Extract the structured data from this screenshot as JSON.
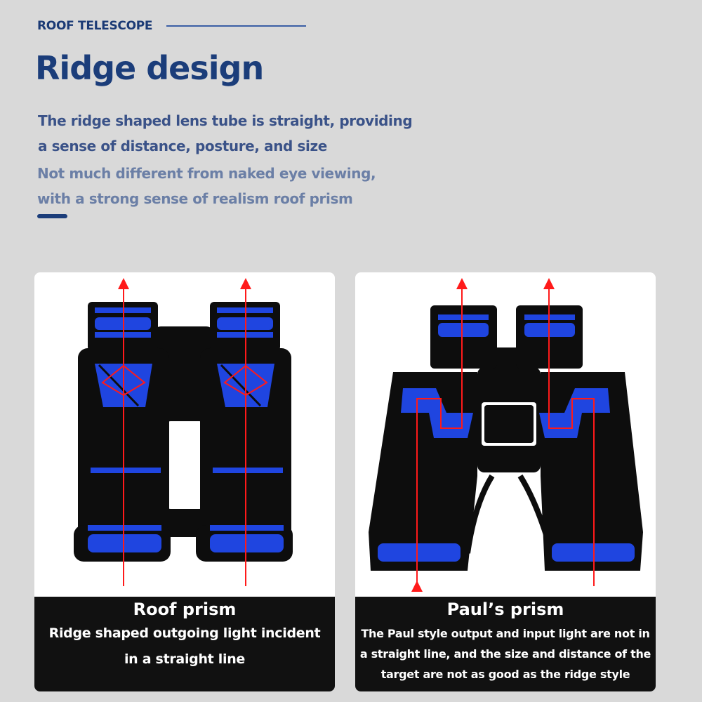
{
  "header": {
    "eyebrow": "ROOF TELESCOPE",
    "title": "Ridge design",
    "paragraph1": [
      "The ridge shaped lens tube is straight, providing",
      "a sense of distance, posture, and size"
    ],
    "paragraph2": [
      "Not much different from naked eye viewing,",
      "with a strong sense of realism roof prism"
    ]
  },
  "cards": [
    {
      "title": "Roof prism",
      "body": [
        "Ridge shaped outgoing light incident",
        "in a straight line"
      ]
    },
    {
      "title": "Paul’s prism",
      "body": [
        "The Paul style output and input light are not in",
        "a straight line, and the size and distance of the",
        "target are not as good as the ridge style"
      ]
    }
  ],
  "colors": {
    "navy": "#1b3d7a",
    "lens_blue": "#1f45e0",
    "light_ray": "#ff1a1a",
    "body": "#0d0d0d"
  }
}
